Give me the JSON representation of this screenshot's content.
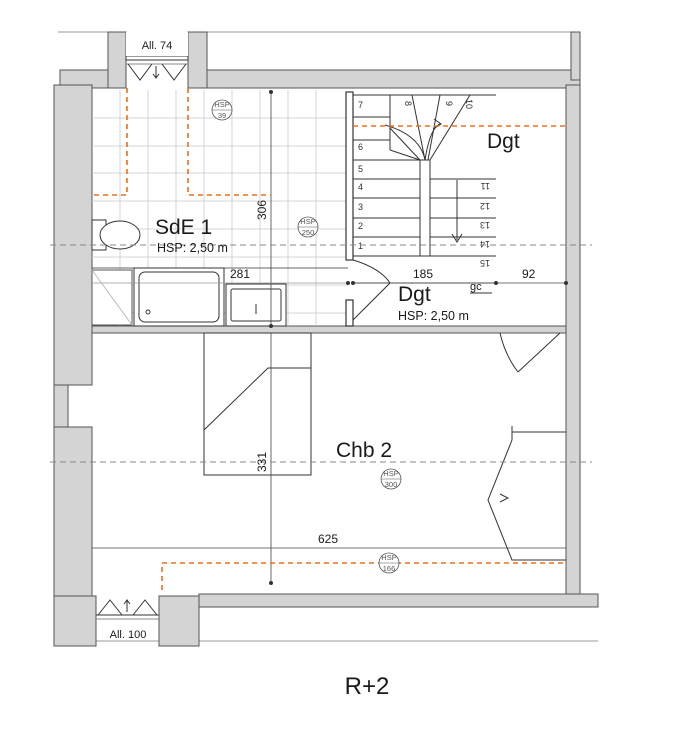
{
  "level": "R+2",
  "rooms": {
    "sde": {
      "name": "SdE 1",
      "hsp": "HSP: 2,50 m"
    },
    "dgt_top": {
      "name": "Dgt"
    },
    "dgt_mid": {
      "name": "Dgt",
      "hsp": "HSP: 2,50 m"
    },
    "chb": {
      "name": "Chb 2"
    }
  },
  "dimensions": {
    "d306": "306",
    "d281": "281",
    "d185": "185",
    "d92": "92",
    "d331": "331",
    "d625": "625"
  },
  "gc": "gc",
  "windows": {
    "top": "All. 74",
    "bottom": "All. 100"
  },
  "hsp_markers": [
    {
      "label": "HSP",
      "value": "39"
    },
    {
      "label": "HSP",
      "value": "250"
    },
    {
      "label": "HSP",
      "value": "300"
    },
    {
      "label": "HSP",
      "value": "166"
    }
  ],
  "stair_steps": [
    "1",
    "2",
    "3",
    "4",
    "5",
    "6",
    "7",
    "8",
    "9",
    "10",
    "11",
    "12",
    "13",
    "14",
    "15"
  ],
  "colors": {
    "wall": "#d4d4d4",
    "wall_stroke": "#555555",
    "line": "#333333",
    "hsp_dashed": "#e8701e",
    "axis_dashed": "#888888"
  }
}
